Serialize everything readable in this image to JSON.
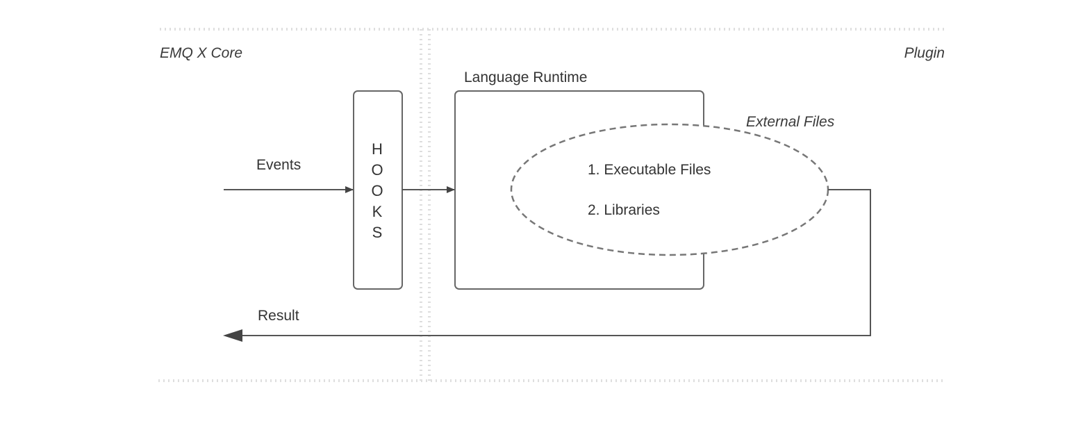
{
  "regions": {
    "core_label": "EMQ X Core",
    "plugin_label": "Plugin"
  },
  "hooks": {
    "letters": [
      "H",
      "O",
      "O",
      "K",
      "S"
    ]
  },
  "runtime": {
    "label": "Language Runtime"
  },
  "external_files": {
    "label": "External Files",
    "items": [
      "1. Executable Files",
      "2. Libraries"
    ]
  },
  "flows": {
    "events_label": "Events",
    "result_label": "Result"
  },
  "colors": {
    "line": "#555555",
    "border": "#666666",
    "dotted": "#dedede",
    "text": "#333333"
  }
}
